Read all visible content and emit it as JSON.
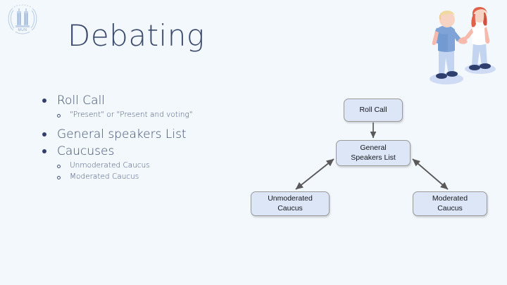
{
  "slide": {
    "background_color": "#f2f8fb",
    "title": "Debating",
    "title_color": "#3b4a6b"
  },
  "logo": {
    "name": "mun-club-logo",
    "description": "twin towers with laurel wreath emblem",
    "caption": "MUN",
    "color": "#b8cbe6"
  },
  "content": {
    "bullets": [
      {
        "label": "Roll Call",
        "sub": [
          "\"Present\" or \"Present and voting\""
        ]
      },
      {
        "label": "General speakers List",
        "sub": []
      },
      {
        "label": "Caucuses",
        "sub": [
          "Unmoderated Caucus",
          "Moderated Caucus"
        ]
      }
    ]
  },
  "flowchart": {
    "type": "diagram",
    "node_fill": "#dce6f7",
    "node_border": "#9a9a9a",
    "arrow_color": "#595959",
    "nodes": [
      {
        "id": "roll_call",
        "label": "Roll Call"
      },
      {
        "id": "general_speakers_list",
        "label": "General\nSpeakers List",
        "line1": "General",
        "line2": "Speakers List"
      },
      {
        "id": "unmoderated_caucus",
        "label": "Unmoderated\nCaucus",
        "line1": "Unmoderated",
        "line2": "Caucus"
      },
      {
        "id": "moderated_caucus",
        "label": "Moderated\nCaucus",
        "line1": "Moderated",
        "line2": "Caucus"
      }
    ],
    "edges": [
      {
        "from": "roll_call",
        "to": "general_speakers_list",
        "direction": "one-way"
      },
      {
        "from": "general_speakers_list",
        "to": "unmoderated_caucus",
        "direction": "two-way"
      },
      {
        "from": "general_speakers_list",
        "to": "moderated_caucus",
        "direction": "two-way"
      }
    ]
  },
  "illustration": {
    "name": "two-people-talking-illustration",
    "figures": [
      {
        "name": "man-figure",
        "hair_color": "#f2d9a0",
        "shirt_color": "#7fa3d6",
        "pants_color": "#c3d4f0",
        "shoe_color": "#2e3f6e"
      },
      {
        "name": "woman-figure",
        "hair_color": "#e0614a",
        "shirt_color": "#ffffff",
        "pants_color": "#c3d4f0",
        "shoe_color": "#2e3f6e"
      }
    ]
  }
}
